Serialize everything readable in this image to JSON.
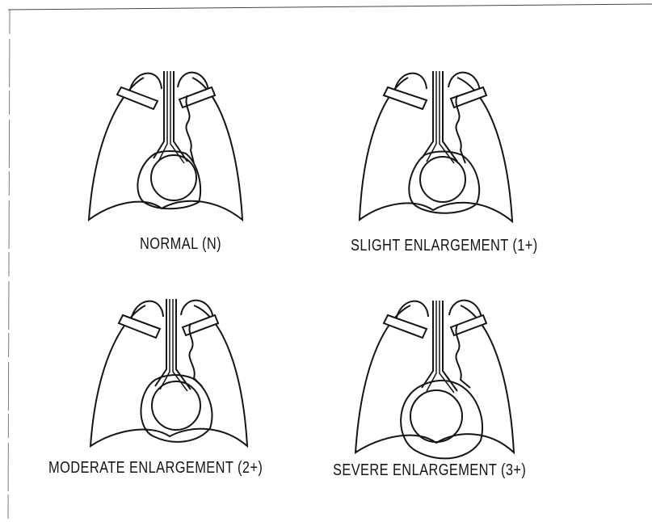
{
  "panels": [
    {
      "caption": "NORMAL (N)"
    },
    {
      "caption": "SLIGHT ENLARGEMENT (1+)"
    },
    {
      "caption": "MODERATE ENLARGEMENT (2+)"
    },
    {
      "caption": "SEVERE ENLARGEMENT (3+)"
    }
  ],
  "colors": {
    "ink": "#151515",
    "paper": "#ffffff"
  }
}
